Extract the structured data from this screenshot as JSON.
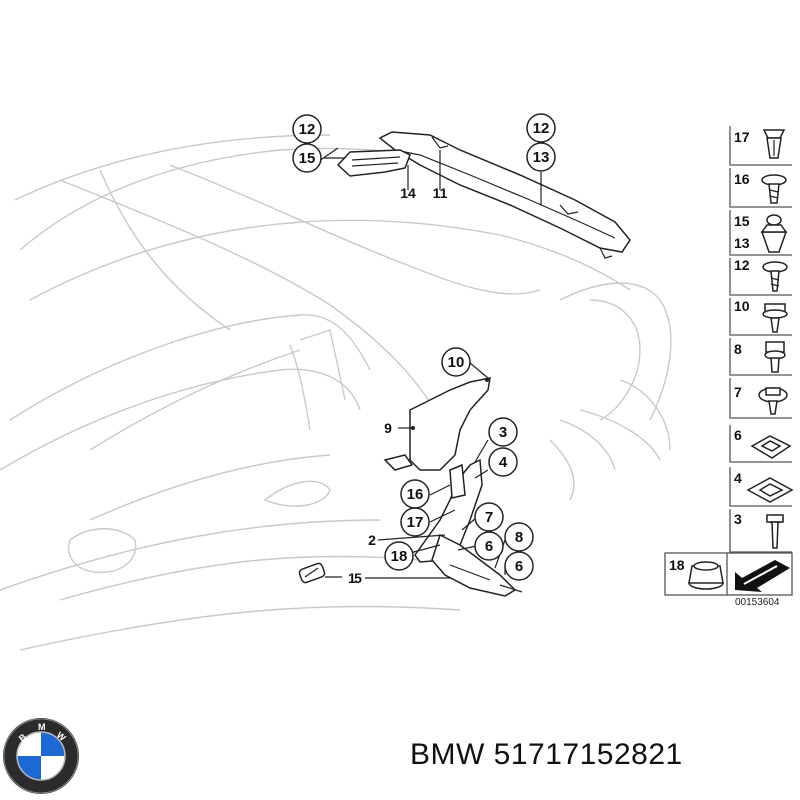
{
  "callouts": {
    "c12a": "12",
    "c15": "15",
    "c14": "14",
    "c11": "11",
    "c12b": "12",
    "c13": "13",
    "c10": "10",
    "c9": "9",
    "c3": "3",
    "c4": "4",
    "c16": "16",
    "c17": "17",
    "c7": "7",
    "c8": "8",
    "c2": "2",
    "c18": "18",
    "c6a": "6",
    "c6b": "6",
    "c5": "5",
    "c1": "1"
  },
  "fastener_panel": {
    "rows": [
      {
        "labels": [
          "17"
        ],
        "icon": "push-clip-icon"
      },
      {
        "labels": [
          "16"
        ],
        "icon": "flange-screw-icon"
      },
      {
        "labels": [
          "15",
          "13"
        ],
        "icon": "expanding-rivet-icon"
      },
      {
        "labels": [
          "12"
        ],
        "icon": "trim-screw-icon"
      },
      {
        "labels": [
          "10"
        ],
        "icon": "washer-screw-icon"
      },
      {
        "labels": [
          "8"
        ],
        "icon": "collar-screw-icon"
      },
      {
        "labels": [
          "7"
        ],
        "icon": "hex-screw-icon"
      },
      {
        "labels": [
          "6"
        ],
        "icon": "clip-nut-icon"
      },
      {
        "labels": [
          "4"
        ],
        "icon": "spring-clip-icon"
      },
      {
        "labels": [
          "3"
        ],
        "icon": "bolt-icon"
      }
    ],
    "bottom_label": "18"
  },
  "drawing_number": "00153604",
  "caption": {
    "brand": "BMW",
    "part_number": "51717152821"
  },
  "colors": {
    "line": "#222222",
    "ghost": "#c9c9c9",
    "bmw_blue": "#1c69d4"
  }
}
